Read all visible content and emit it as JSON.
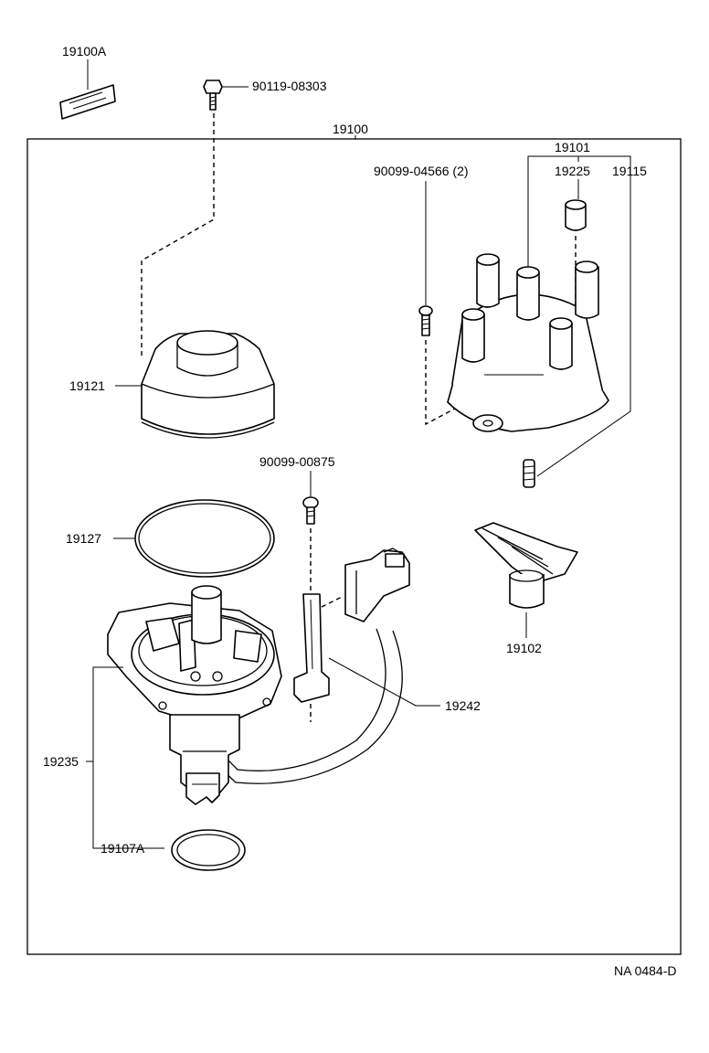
{
  "diagram": {
    "frame_label": "19100",
    "part_labels": {
      "p19100A": "19100A",
      "p90119_08303": "90119-08303",
      "p19101": "19101",
      "p90099_04566": "90099-04566 (2)",
      "p19225": "19225",
      "p19115": "19115",
      "p19121": "19121",
      "p90099_00875": "90099-00875",
      "p19127": "19127",
      "p19102": "19102",
      "p19242": "19242",
      "p19235": "19235",
      "p19107A": "19107A"
    },
    "drawing_code": "NA 0484-D"
  }
}
